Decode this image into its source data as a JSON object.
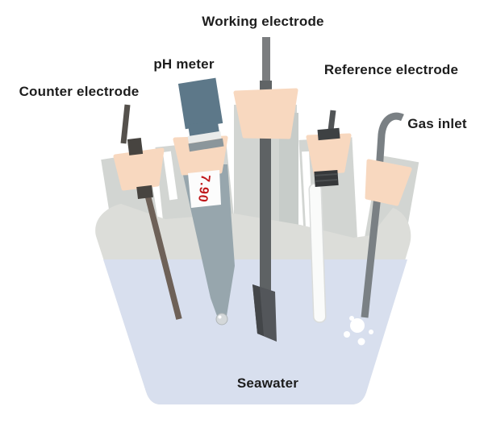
{
  "figure": {
    "type": "scientific-diagram",
    "subject": "Three-electrode electrochemical cell with pH meter and gas inlet immersed in seawater"
  },
  "labels": {
    "counter_electrode": "Counter electrode",
    "ph_meter": "pH meter",
    "working_electrode": "Working electrode",
    "reference_electrode": "Reference electrode",
    "gas_inlet": "Gas inlet",
    "seawater": "Seawater"
  },
  "ph_meter": {
    "reading": "7.90"
  },
  "colors": {
    "background": "#ffffff",
    "vessel_interior": "#dcddd9",
    "vessel_neck": "#d2d5d2",
    "water": "#d8dfee",
    "stopper": "#f8d8bf",
    "ph_display_box": "#5d7889",
    "ph_body": "#97a6ad",
    "counter_rod": "#6e6158",
    "working_rod": "#5e6264",
    "reference_tube": "#fafbfa",
    "gas_tube": "#7a8084",
    "reading_text": "#c0181b",
    "label_text": "#1d1d1d"
  }
}
